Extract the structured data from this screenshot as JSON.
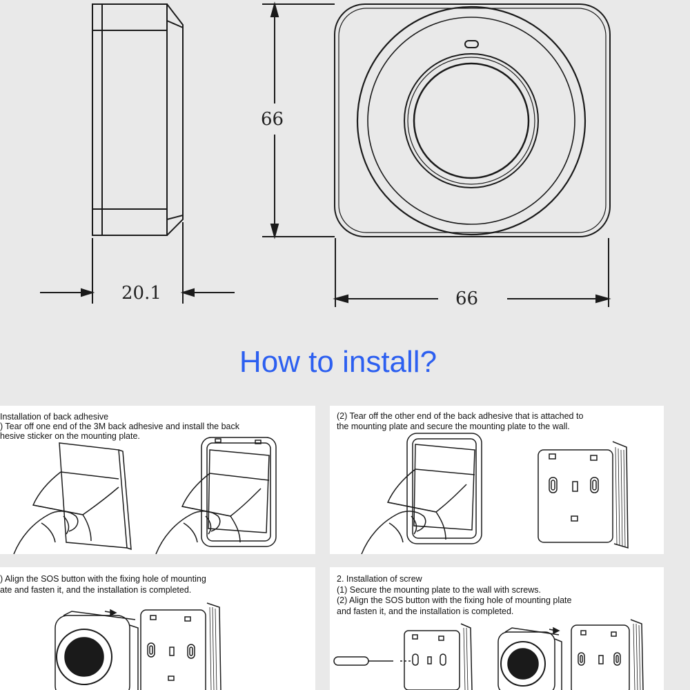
{
  "dimensions": {
    "height": "66",
    "width": "66",
    "depth": "20.1"
  },
  "heading": "How to install?",
  "panels": {
    "p1": {
      "title": "Installation of back adhesive",
      "lines": [
        ") Tear off one end of the 3M back adhesive and install the back",
        "hesive sticker on the mounting plate."
      ]
    },
    "p2": {
      "lines": [
        " (2) Tear off the other end of the back adhesive that is attached to",
        "the mounting plate and secure the mounting plate to the wall."
      ]
    },
    "p3": {
      "lines": [
        ") Align the SOS button with the fixing hole of mounting",
        "ate and fasten it, and the installation is completed."
      ]
    },
    "p4": {
      "title": "2. Installation of screw",
      "lines": [
        " (1) Secure the mounting plate to the wall with screws.",
        " (2) Align the SOS button with the fixing hole of mounting plate",
        "and fasten it, and the installation is completed."
      ]
    }
  }
}
